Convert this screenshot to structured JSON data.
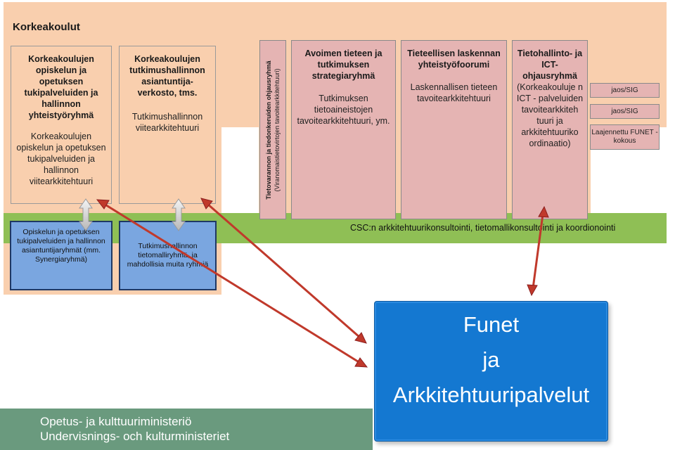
{
  "section_title": "Korkeakoulut",
  "boxes": {
    "box1": {
      "bold": "Korkeakoulujen opiskelun ja opetuksen tukipalveluiden ja hallinnon yhteistyöryhmä",
      "plain": "Korkeakoulujen opiskelun ja opetuksen tukipalveluiden ja hallinnon viitearkkitehtuuri"
    },
    "box2": {
      "bold": "Korkeakoulujen tutkimushallinnon asiantuntija-verkosto, tms.",
      "plain": "Tutkimushallinnon viitearkkitehtuuri"
    },
    "vertical": {
      "bold": "Tietovarannon ja tiedonkeruiden ohjausryhmä",
      "plain": "(Viranomaistietovirtojen tavoitearkkitehtuuri)"
    },
    "box3": {
      "bold": "Avoimen tieteen ja tutkimuksen strategiaryhmä",
      "plain": "Tutkimuksen tietoaineistojen tavoitearkkitehtuuri, ym."
    },
    "box4": {
      "bold": "Tieteellisen laskennan yhteistyöfoorumi",
      "plain": "Laskennallisen tieteen tavoitearkkitehtuuri"
    },
    "box5": {
      "bold": "Tietohallinto- ja ICT-ohjausryhmä",
      "plain": "(Korkeakouluje n ICT - palveluiden tavoitearkkiteh tuuri ja arkkitehtuuriko ordinaatio)"
    }
  },
  "small_boxes": [
    "jaos/SIG",
    "jaos/SIG",
    "Laajennettu FUNET -kokous"
  ],
  "blue_boxes": {
    "blue1": "Opiskelun ja opetuksen tukipalveluiden ja hallinnon asiantuntijaryhmät (mm. Synergiaryhmä)",
    "blue2": "Tutkimushallinnon tietomalliryhmä, ja mahdollisia muita ryhmiä"
  },
  "csc_text": "CSC:n arkkitehtuurikonsultointi, tietomallikonsultointi ja koordionointi",
  "funet": {
    "line1": "Funet",
    "line2": "ja",
    "line3": "Arkkitehtuuripalvelut"
  },
  "footer": {
    "line1": "Opetus- ja kulttuuriministeriö",
    "line2": "Undervisnings- och kulturministeriet"
  },
  "colors": {
    "peach": "#f9cfae",
    "pink": "#e5b4b3",
    "green": "#8fbf55",
    "blue_box": "#7aa6e0",
    "funet_blue": "#1478d1",
    "footer_green": "#6a9a7e",
    "arrow_red": "#c0392b"
  }
}
